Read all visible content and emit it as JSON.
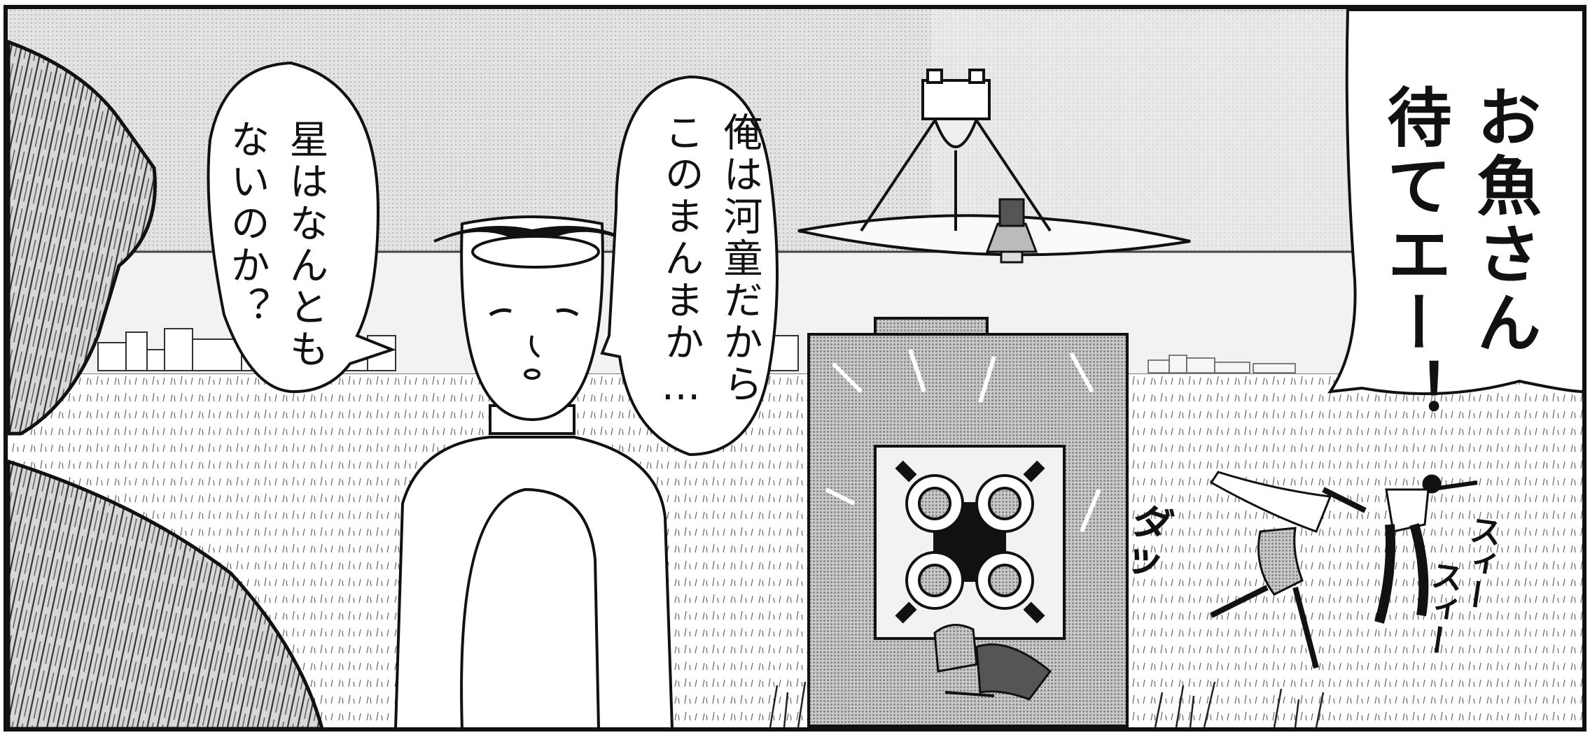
{
  "bubbles": {
    "stars": "星はなんとも\nないのか？",
    "kappa": "俺は河童だから\nこのまんまか…",
    "fish": "お魚さん\n待てエー！"
  },
  "sfx": {
    "dash": "ダッ",
    "swish1": "スィー",
    "swish2": "スィー"
  },
  "colors": {
    "ink": "#111111",
    "sky": "#e6e6e6",
    "paper": "#ffffff",
    "screentone": "#bdbdbd"
  }
}
